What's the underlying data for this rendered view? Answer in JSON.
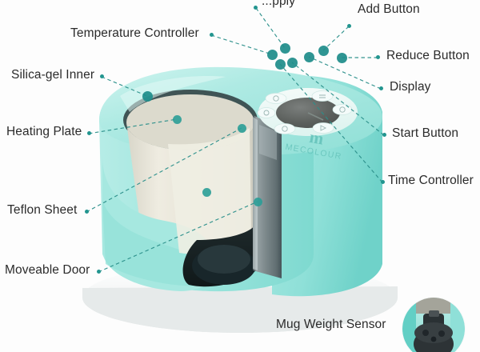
{
  "image": {
    "subject": "mug heat press machine annotated diagram",
    "brand_logo": "MECOLOUR",
    "brand_mark": "m",
    "background_color": "#fdfdfd",
    "body_color": "#9fe6de",
    "body_color_light": "#c6f1ec",
    "body_color_dark": "#6fd3cb",
    "base_color": "#f2f4f4",
    "liner_color": "#e8e6dc",
    "door_color": "#6d7578",
    "label_color": "#2b2b2b",
    "accent_color": "#22958f",
    "leader_color": "#2a8f8a"
  },
  "callouts": [
    {
      "id": "power-supply",
      "label": "...pply",
      "full": "Power Supply",
      "truncated": true
    },
    {
      "id": "add-button",
      "label": "Add Button"
    },
    {
      "id": "temperature-controller",
      "label": "Temperature Controller"
    },
    {
      "id": "reduce-button",
      "label": "Reduce Button"
    },
    {
      "id": "silica-gel-inner",
      "label": "Silica-gel Inner"
    },
    {
      "id": "display",
      "label": "Display"
    },
    {
      "id": "heating-plate",
      "label": "Heating Plate"
    },
    {
      "id": "start-button",
      "label": "Start Button"
    },
    {
      "id": "time-controller",
      "label": "Time Controller"
    },
    {
      "id": "teflon-sheet",
      "label": "Teflon Sheet"
    },
    {
      "id": "moveable-door",
      "label": "Moveable Door"
    },
    {
      "id": "mug-weight-sensor",
      "label": "Mug Weight Sensor"
    }
  ],
  "control_panel": {
    "display_label": "Display",
    "buttons": [
      {
        "id": "power",
        "glyph": "⏻"
      },
      {
        "id": "add",
        "glyph": "≡"
      },
      {
        "id": "reduce",
        "glyph": "⏻"
      },
      {
        "id": "start",
        "glyph": "▶"
      },
      {
        "id": "time",
        "glyph": "⏱"
      },
      {
        "id": "temp",
        "glyph": "☀"
      }
    ]
  },
  "inset": {
    "id": "mug-weight-sensor-inset",
    "caption": "Mug Weight Sensor"
  }
}
